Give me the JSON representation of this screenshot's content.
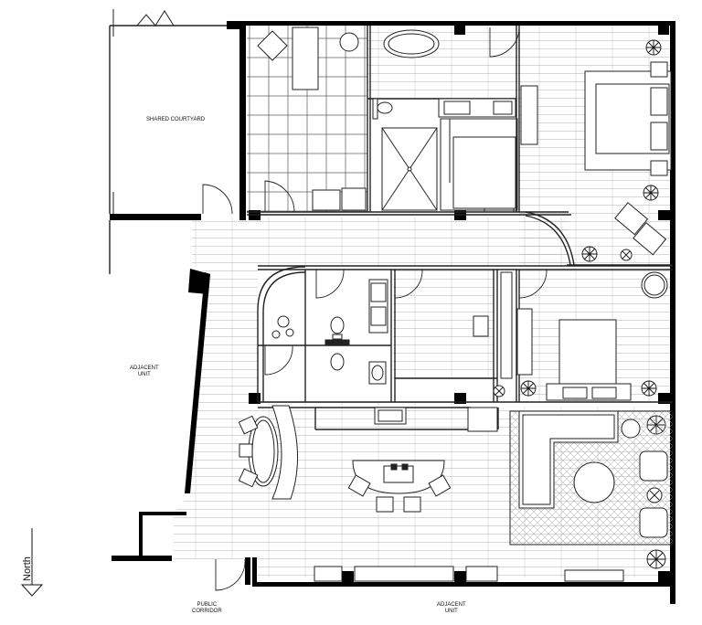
{
  "labels": {
    "courtyard": "SHARED COURTYARD",
    "adjacent_unit_west_1": "ADJACENT",
    "adjacent_unit_west_2": "UNIT",
    "public_corridor_1": "PUBLIC",
    "public_corridor_2": "CORRIDOR",
    "adjacent_unit_south_1": "ADJACENT",
    "adjacent_unit_south_2": "UNIT",
    "north": "North"
  },
  "colors": {
    "wall": "#000000",
    "line": "#222222",
    "hatch": "#9a9a9a",
    "background": "#ffffff"
  }
}
